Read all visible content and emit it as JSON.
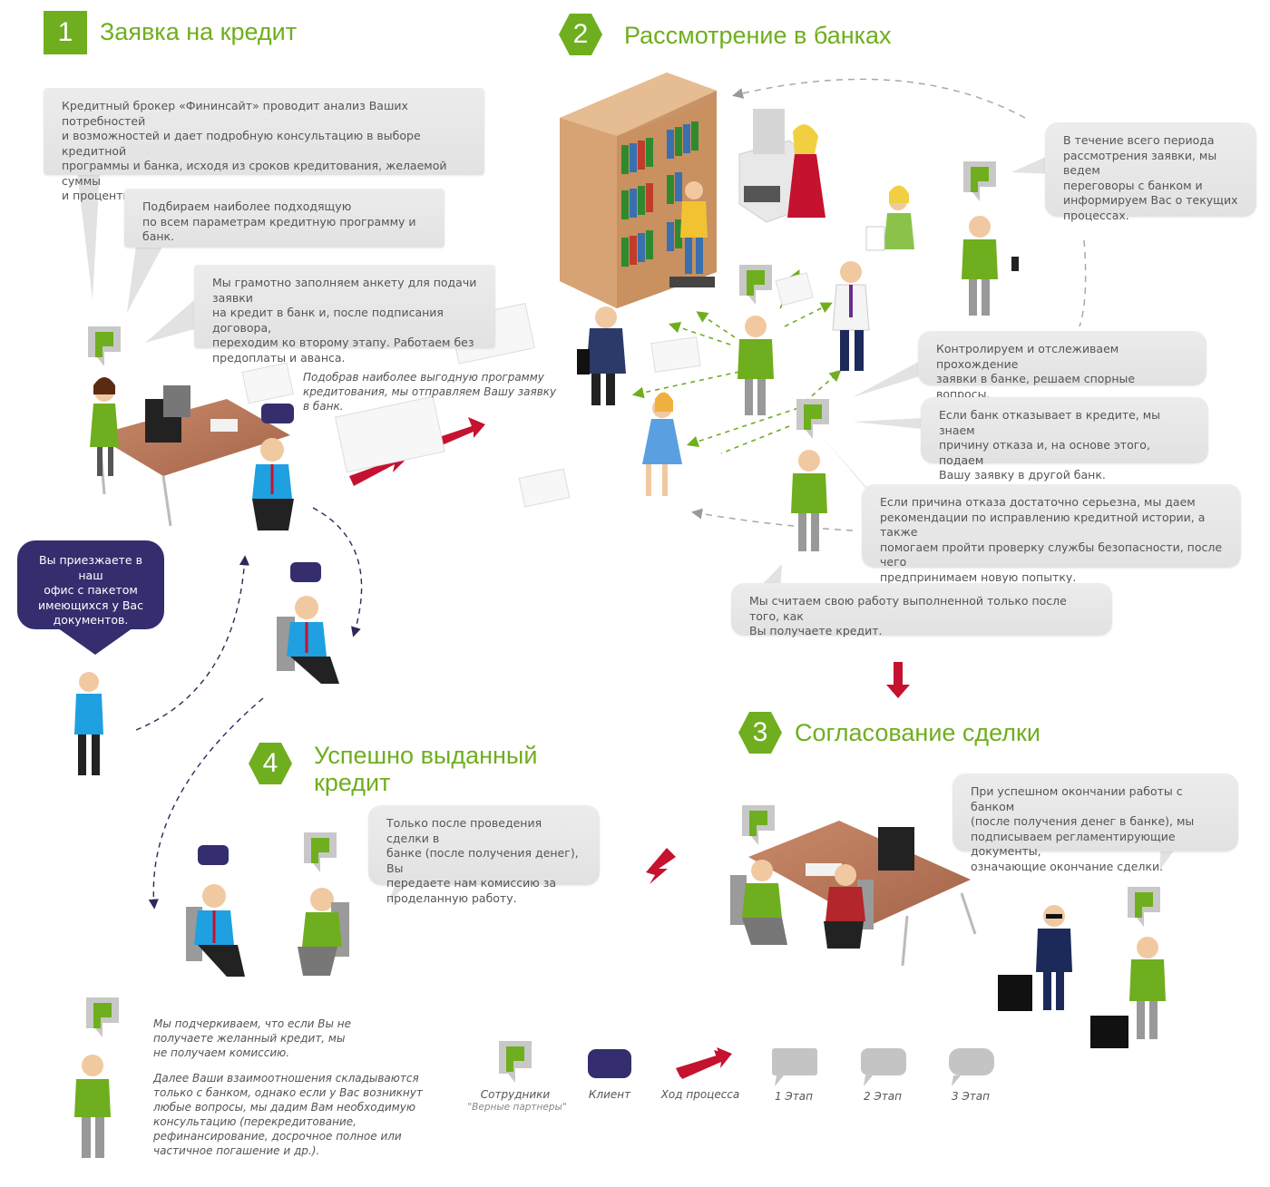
{
  "steps": {
    "s1": {
      "num": "1",
      "title": "Заявка на кредит"
    },
    "s2": {
      "num": "2",
      "title": "Рассмотрение в банках"
    },
    "s3": {
      "num": "3",
      "title": "Согласование сделки"
    },
    "s4": {
      "num": "4",
      "title_line1": "Успешно выданный",
      "title_line2": "кредит"
    }
  },
  "bubbles": {
    "b1": [
      "Кредитный брокер «Фининсайт» проводит анализ Ваших потребностей",
      "и возможностей и дает подробную консультацию в выборе кредитной",
      "программы и банка, исходя из сроков кредитования, желаемой суммы",
      "и процентных ставок."
    ],
    "b2": [
      "Подбираем наиболее подходящую",
      "по всем параметрам кредитную программу и банк."
    ],
    "b3": [
      "Мы грамотно заполняем анкету для подачи заявки",
      "на кредит в банк и, после подписания договора,",
      "переходим ко второму этапу. Работаем без",
      "предоплаты и аванса."
    ],
    "b4": [
      "В течение всего периода",
      "рассмотрения заявки, мы  ведем",
      "переговоры с банком и",
      "информируем Вас о текущих",
      "процессах."
    ],
    "b5": [
      "Контролируем и отслеживаем прохождение",
      "заявки  в банке, решаем спорные вопросы."
    ],
    "b6": [
      "Если банк  отказывает в кредите, мы знаем",
      "причину отказа и, на основе этого, подаем",
      "Вашу заявку в другой банк."
    ],
    "b7": [
      "Если причина отказа достаточно серьезна, мы даем",
      "рекомендации по исправлению кредитной истории, а также",
      "помогаем пройти проверку службы безопасности, после чего",
      "предпринимаем новую попытку."
    ],
    "b8": [
      "Мы считаем свою работу выполненной только после того, как",
      "Вы получаете  кредит."
    ],
    "b9": [
      "При успешном окончании работы с банком",
      "(после получения денег в банке), мы",
      "подписываем регламентирующие документы,",
      "означающие окончание сделки."
    ],
    "b10": [
      "Только после проведения сделки в",
      "банке (после получения денег),  Вы",
      "передаете нам комиссию за",
      "проделанную работу."
    ]
  },
  "navy_bubble": [
    "Вы приезжаете в наш",
    "офис с пакетом",
    "имеющихся у Вас",
    "документов."
  ],
  "italic_notes": {
    "send": [
      "Подобрав наиболее выгодную программу",
      "кредитования, мы отправляем Вашу заявку",
      "в банк."
    ],
    "no_credit": [
      "Мы подчеркиваем, что если Вы не",
      "получаете желанный кредит, мы",
      "не получаем комиссию."
    ],
    "further": [
      "Далее Ваши взаимоотношения складываются",
      "только с банком, однако если у Вас возникнут",
      "любые вопросы, мы дадим Вам необходимую",
      "консультацию (перекредитование,",
      "рефинансирование, досрочное полное или",
      "частичное погашение и др.)."
    ]
  },
  "legend": {
    "employees": "Сотрудники",
    "employees_sub": "\"Верные партнеры\"",
    "client": "Клиент",
    "process": "Ход процесса",
    "stage1": "1 Этап",
    "stage2": "2 Этап",
    "stage3": "3 Этап"
  },
  "colors": {
    "green": "#6fae1e",
    "navy": "#342e6e",
    "red_arrow": "#c4122f",
    "bubble_gray": "#e6e6e6"
  }
}
